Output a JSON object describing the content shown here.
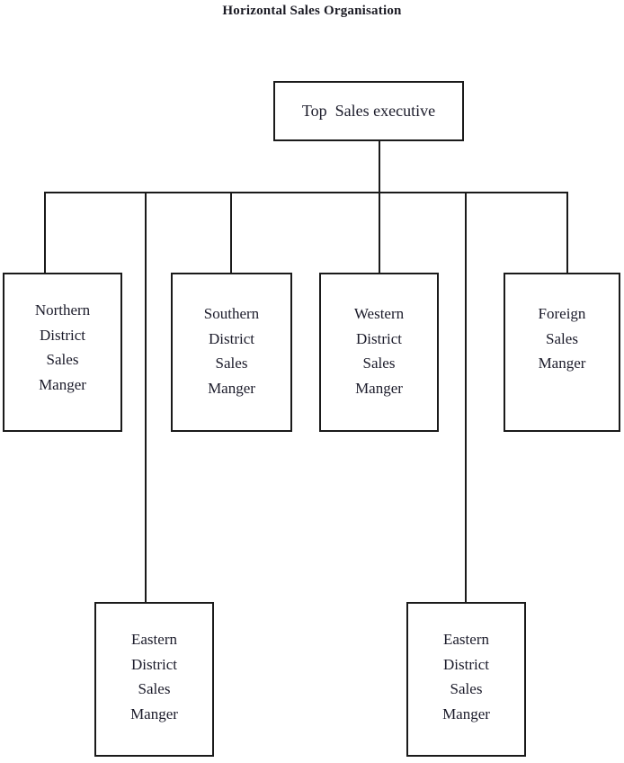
{
  "diagram": {
    "title": "Horizontal Sales Organisation",
    "type": "organisation-chart",
    "nodes": {
      "top_executive": {
        "label": "Top  Sales executive",
        "lines": [
          "Top  Sales executive"
        ]
      },
      "northern": {
        "label": "Northern District Sales Manger",
        "lines": [
          "Northern",
          "District",
          "Sales",
          "Manger"
        ]
      },
      "southern": {
        "label": "Southern District Sales Manger",
        "lines": [
          "Southern",
          "District",
          "Sales",
          "Manger"
        ]
      },
      "western": {
        "label": "Western District Sales Manger",
        "lines": [
          "Western",
          "District",
          "Sales",
          "Manger"
        ]
      },
      "foreign": {
        "label": "Foreign Sales Manger",
        "lines": [
          "Foreign",
          "Sales",
          "Manger"
        ]
      },
      "eastern_left": {
        "label": "Eastern District Sales Manger",
        "lines": [
          "Eastern",
          "District",
          "Sales",
          "Manger"
        ]
      },
      "eastern_right": {
        "label": "Eastern District Sales Manger",
        "lines": [
          "Eastern",
          "District",
          "Sales",
          "Manger"
        ]
      }
    },
    "colors": {
      "line": "#1a1a1a",
      "box_border": "#1a1a1a",
      "box_fill": "#ffffff",
      "text": "#1b1b2a",
      "background": "#ffffff"
    }
  }
}
